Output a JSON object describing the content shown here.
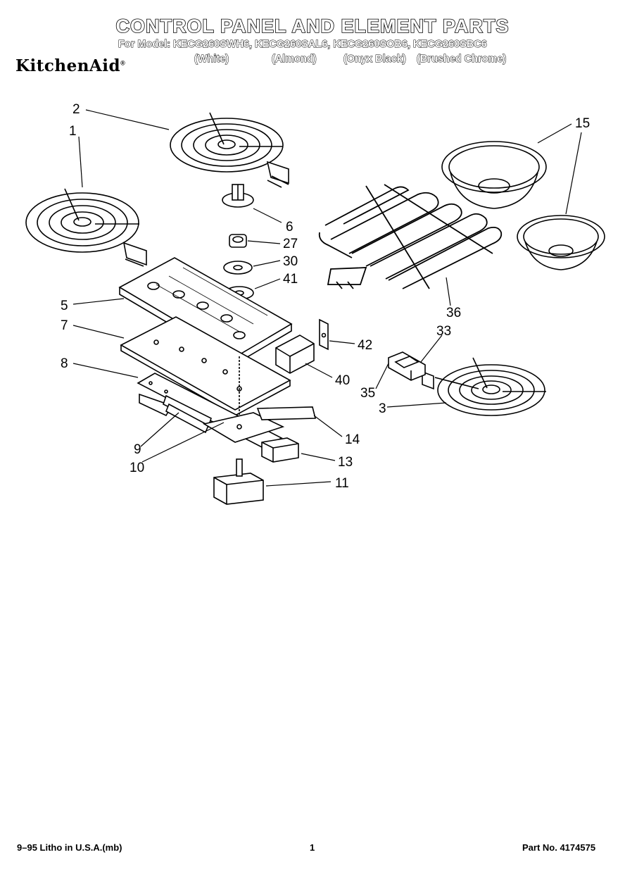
{
  "header": {
    "title": "CONTROL PANEL AND ELEMENT PARTS",
    "model_line": "For Model: KECG260SWH6, KECG260SAL6, KECG260SOB6, KECG260SBC6",
    "brand": "KitchenAid",
    "brand_mark": "®",
    "colors": [
      "(White)",
      "(Almond)",
      "(Onyx Black)",
      "(Brushed Chrome)"
    ]
  },
  "callouts": [
    "1",
    "2",
    "15",
    "6",
    "27",
    "30",
    "41",
    "5",
    "7",
    "36",
    "33",
    "42",
    "8",
    "40",
    "35",
    "3",
    "14",
    "9",
    "13",
    "10",
    "11"
  ],
  "footer": {
    "litho": "9–95 Litho in U.S.A.(mb)",
    "page": "1",
    "part_no": "Part No. 4174575"
  },
  "line_color": "#000000"
}
